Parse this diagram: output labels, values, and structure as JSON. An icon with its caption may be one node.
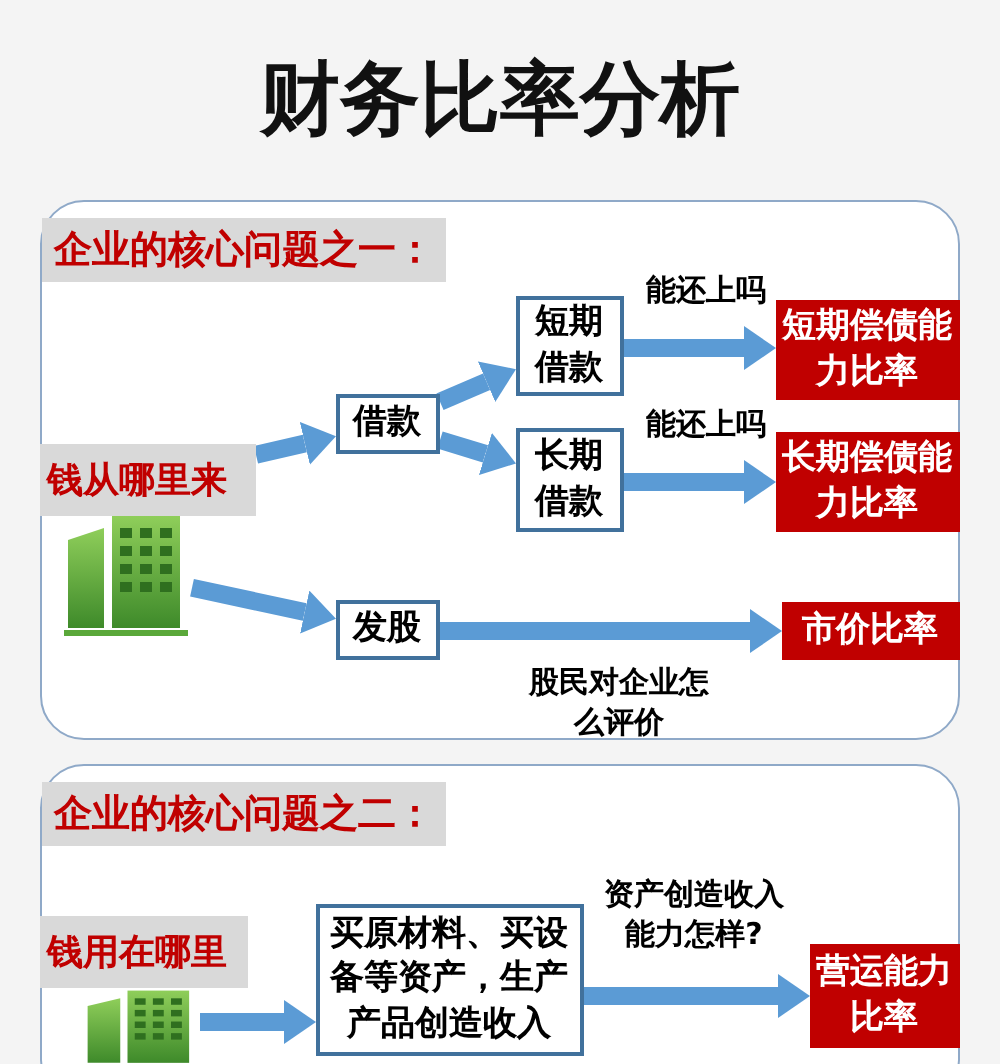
{
  "diagram": {
    "title": "财务比率分析",
    "nodes": [
      {
        "text": [
          "企业的核心问题之一："
        ]
      },
      {
        "text": [
          "钱从哪里来"
        ],
        "in": 0
      },
      {
        "text": [],
        "shape": "picture",
        "in": 0
      },
      {
        "text": [
          "借款"
        ],
        "in": 0
      },
      {
        "text": [
          "短期借款"
        ],
        "in": 0
      },
      {
        "text": [
          "长期借款"
        ],
        "in": 0
      },
      {
        "text": [
          "发股"
        ],
        "in": 0
      },
      {
        "text": [
          "短期偿债能力比率"
        ],
        "in": 0
      },
      {
        "text": [
          "长期偿债能力比率"
        ],
        "in": 0
      },
      {
        "text": [
          "市价比率"
        ],
        "in": 0
      },
      {
        "text": [
          "企业的核心问题之二："
        ]
      },
      {
        "text": [
          "钱用在哪里"
        ],
        "in": 10
      },
      {
        "text": [],
        "shape": "picture",
        "in": 10
      },
      {
        "text": [
          "买原材料、买设备等资产，生产产品创造收入"
        ],
        "in": 10
      },
      {
        "text": [
          "营运能力比率"
        ],
        "in": 10
      }
    ],
    "edges": [
      {
        "from": 1,
        "to": 3,
        "arrow": "to"
      },
      {
        "from": 2,
        "to": 6,
        "arrow": "to"
      },
      {
        "from": 3,
        "to": 4,
        "arrow": "to"
      },
      {
        "from": 3,
        "to": 5,
        "arrow": "to"
      },
      {
        "from": 4,
        "to": 7,
        "arrow": "to",
        "label": "能还上吗"
      },
      {
        "from": 5,
        "to": 8,
        "arrow": "to",
        "label": "能还上吗"
      },
      {
        "from": 6,
        "to": 9,
        "arrow": "to",
        "label": "股民对企业怎么评价"
      },
      {
        "from": 12,
        "to": 13,
        "arrow": "to"
      },
      {
        "from": 13,
        "to": 14,
        "arrow": "to",
        "label": "资产创造收入能力怎样?"
      }
    ]
  }
}
